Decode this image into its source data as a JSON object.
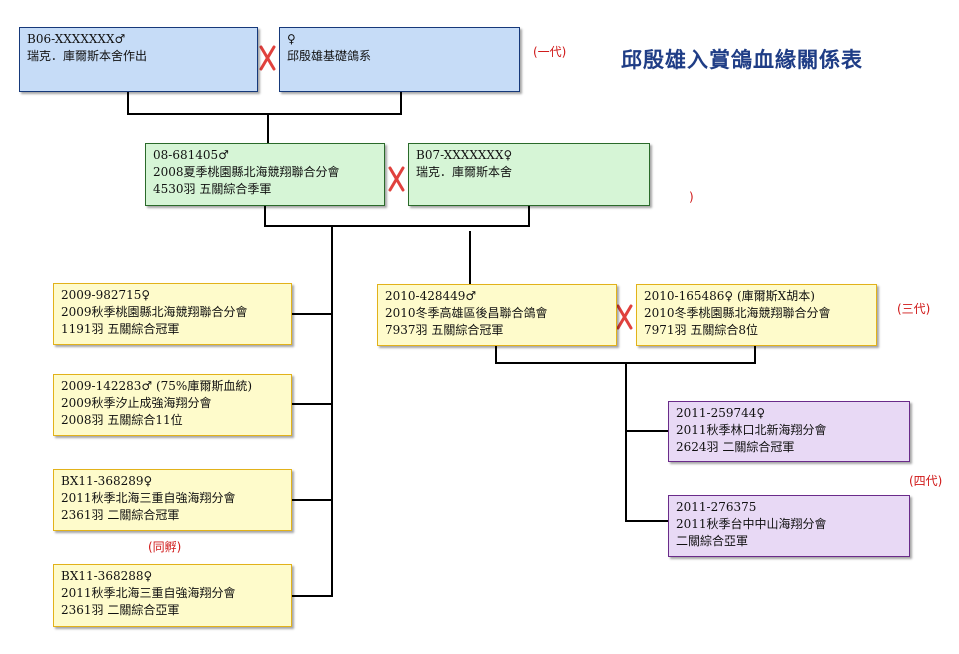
{
  "title": "邱殷雄入賞鴿血緣關係表",
  "generations": {
    "g1": "(一代)",
    "g2": ")",
    "g3": "(三代)",
    "g4": "(四代)"
  },
  "sibling_note": "(同孵)",
  "gen1": {
    "sire": {
      "line1": "B06-XXXXXXX♂",
      "line2": "瑞克．庫爾斯本舍作出"
    },
    "dam": {
      "line1": "♀",
      "line2": "邱殷雄基礎鴿系"
    }
  },
  "gen2": {
    "sire": {
      "line1": "08-681405♂",
      "line2": "2008夏季桃園縣北海競翔聯合分會",
      "line3": "4530羽 五關綜合季軍"
    },
    "dam": {
      "line1": "B07-XXXXXXX♀",
      "line2": "瑞克．庫爾斯本舍"
    }
  },
  "gen3_left": [
    {
      "line1": "2009-982715♀",
      "line2": "2009秋季桃園縣北海競翔聯合分會",
      "line3": "1191羽 五關綜合冠軍"
    },
    {
      "line1": "2009-142283♂ (75%庫爾斯血統)",
      "line2": "2009秋季汐止成強海翔分會",
      "line3": "2008羽 五關綜合11位"
    },
    {
      "line1": "BX11-368289♀",
      "line2": "2011秋季北海三重自強海翔分會",
      "line3": "2361羽 二關綜合冠軍"
    },
    {
      "line1": "BX11-368288♀",
      "line2": "2011秋季北海三重自強海翔分會",
      "line3": "2361羽 二關綜合亞軍"
    }
  ],
  "gen3_pair": {
    "sire": {
      "line1": "2010-428449♂",
      "line2": "2010冬季高雄區後昌聯合鴿會",
      "line3": "7937羽 五關綜合冠軍"
    },
    "dam": {
      "line1": "2010-165486♀ (庫爾斯X胡本)",
      "line2": "2010冬季桃園縣北海競翔聯合分會",
      "line3": "7971羽 五關綜合8位"
    }
  },
  "gen4": [
    {
      "line1": "2011-259744♀",
      "line2": "2011秋季林口北新海翔分會",
      "line3": "2624羽 二關綜合冠軍"
    },
    {
      "line1": "2011-276375",
      "line2": "2011秋季台中中山海翔分會",
      "line3": "二關綜合亞軍"
    }
  ]
}
